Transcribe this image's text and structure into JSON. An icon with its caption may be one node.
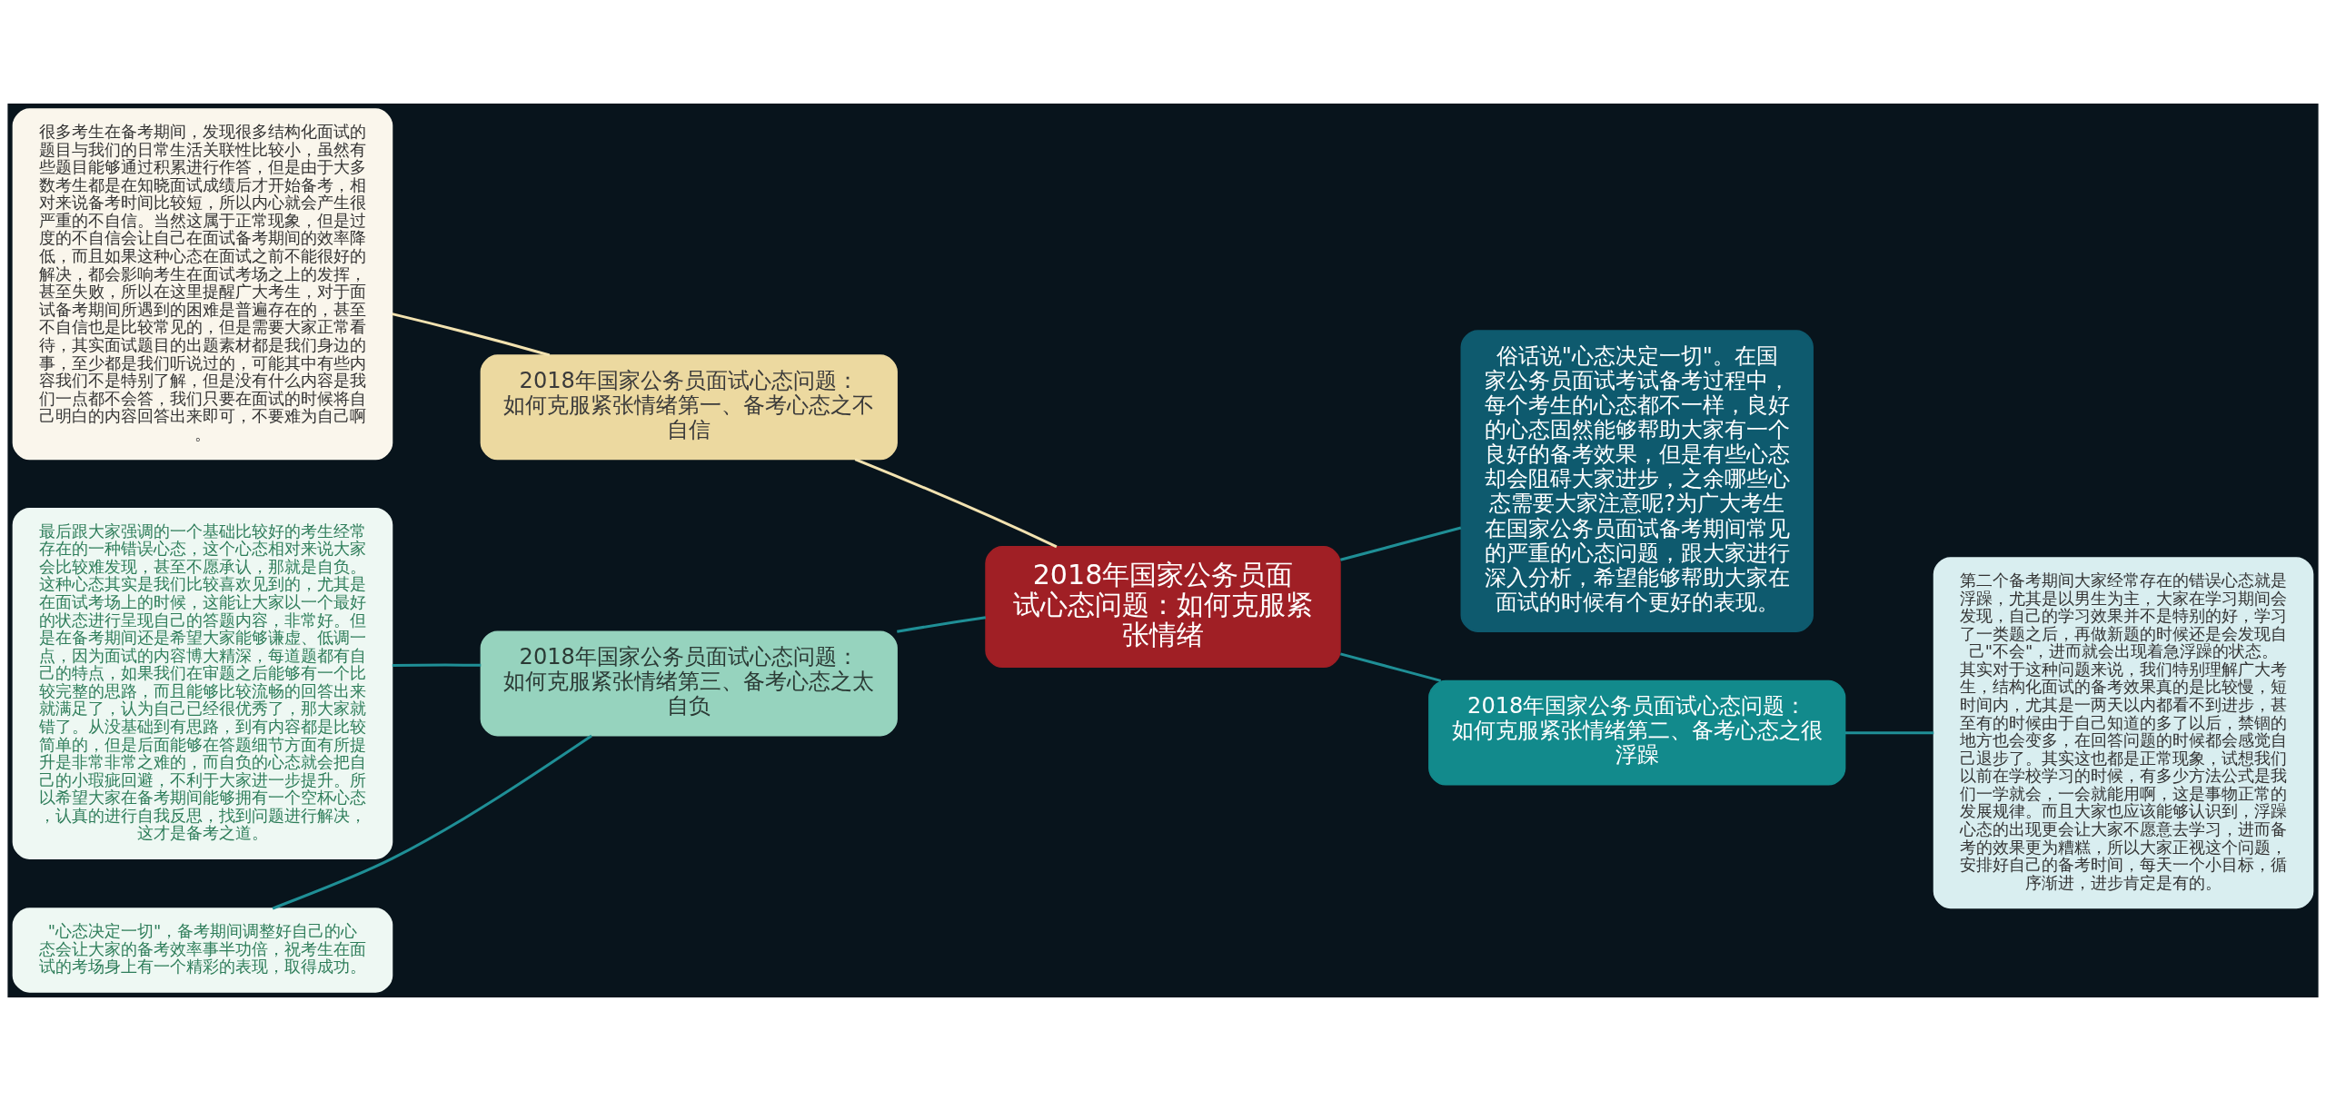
{
  "diagram": {
    "nodes": [
      {
        "text": [
          "2018年国家公务员面试心态问题：如何克服紧张情绪"
        ]
      },
      {
        "text": [
          "2018年国家公务员面试心态问题：如何克服紧张情绪第一、备考心态之不自信"
        ]
      },
      {
        "text": [
          "很多考生在备考期间，发现很多结构化面试的题目与我们的日常生活关联性比较小，虽然有些题目能够通过积累进行作答，但是由于大多数考生都是在知晓面试成绩后才开始备考，相对来说备考时间比较短，所以内心就会产生很严重的不自信。当然这属于正常现象，但是过度的不自信会让自己在面试备考期间的效率降低，而且如果这种心态在面试之前不能很好的解决，都会影响考生在面试考场之上的发挥，甚至失败，所以在这里提醒广大考生，对于面试备考期间所遇到的困难是普遍存在的，甚至不自信也是比较常见的，但是需要大家正常看待，其实面试题目的出题素材都是我们身边的事，至少都是我们听说过的，可能其中有些内容我们不是特别了解，但是没有什么内容是我们一点都不会答，我们只要在面试的时候将自己明白的内容回答出来即可，不要难为自己啊。"
        ]
      },
      {
        "text": [
          "俗话说\"心态决定一切\"。在国家公务员面试考试备考过程中，每个考生的心态都不一样，良好的心态固然能够帮助大家有一个良好的备考效果，但是有些心态却会阻碍大家进步，之余哪些心态需要大家注意呢?为广大考生在国家公务员面试备考期间常见的严重的心态问题，跟大家进行深入分析，希望能够帮助大家在面试的时候有个更好的表现。"
        ]
      },
      {
        "text": [
          "2018年国家公务员面试心态问题：如何克服紧张情绪第二、备考心态之很浮躁"
        ]
      },
      {
        "text": [
          "第二个备考期间大家经常存在的错误心态就是浮躁，尤其是以男生为主，大家在学习期间会发现，自己的学习效果并不是特别的好，学习了一类题之后，再做新题的时候还是会发现自己\"不会\"，进而就会出现着急浮躁的状态。其实对于这种问题来说，我们特别理解广大考生，结构化面试的备考效果真的是比较慢，短时间内，尤其是一两天以内都看不到进步，甚至有的时候由于自己知道的多了以后，禁锢的地方也会变多，在回答问题的时候都会感觉自己退步了。其实这也都是正常现象，试想我们以前在学校学习的时候，有多少方法公式是我们一学就会，一会就能用啊，这是事物正常的发展规律。而且大家也应该能够认识到，浮躁心态的出现更会让大家不愿意去学习，进而备考的效果更为糟糕，所以大家正视这个问题，安排好自己的备考时间，每天一个小目标，循序渐进，进步肯定是有的。"
        ]
      },
      {
        "text": [
          "2018年国家公务员面试心态问题：如何克服紧张情绪第三、备考心态之太自负"
        ]
      },
      {
        "text": [
          "最后跟大家强调的一个基础比较好的考生经常存在的一种错误心态，这个心态相对来说大家会比较难发现，甚至不愿承认，那就是自负。这种心态其实是我们比较喜欢见到的，尤其是在面试考场上的时候，这能让大家以一个最好的状态进行呈现自己的答题内容，非常好。但是在备考期间还是希望大家能够谦虚、低调一点，因为面试的内容博大精深，每道题都有自己的特点，如果我们在审题之后能够有一个比较完整的思路，而且能够比较流畅的回答出来就满足了，认为自己已经很优秀了，那大家就错了。从没基础到有思路，到有内容都是比较简单的，但是后面能够在答题细节方面有所提升是非常非常之难的，而自负的心态就会把自己的小瑕疵回避，不利于大家进一步提升。所以希望大家在备考期间能够拥有一个空杯心态，认真的进行自我反思，找到问题进行解决，这才是备考之道。"
        ]
      },
      {
        "text": [
          "\"心态决定一切\"，备考期间调整好自己的心态会让大家的备考效率事半功倍，祝考生在面试的考场身上有一个精彩的表现，取得成功。"
        ]
      }
    ],
    "edges": [
      {
        "from": 0,
        "to": 1,
        "arrow": "none",
        "color": "#f2e2b0"
      },
      {
        "from": 1,
        "to": 2,
        "arrow": "none",
        "color": "#f2e2b0"
      },
      {
        "from": 0,
        "to": 3,
        "arrow": "none"
      },
      {
        "from": 0,
        "to": 4,
        "arrow": "none"
      },
      {
        "from": 4,
        "to": 5,
        "arrow": "none"
      },
      {
        "from": 0,
        "to": 6,
        "arrow": "none"
      },
      {
        "from": 6,
        "to": 7,
        "arrow": "none"
      },
      {
        "from": 6,
        "to": 8,
        "arrow": "none"
      }
    ]
  }
}
